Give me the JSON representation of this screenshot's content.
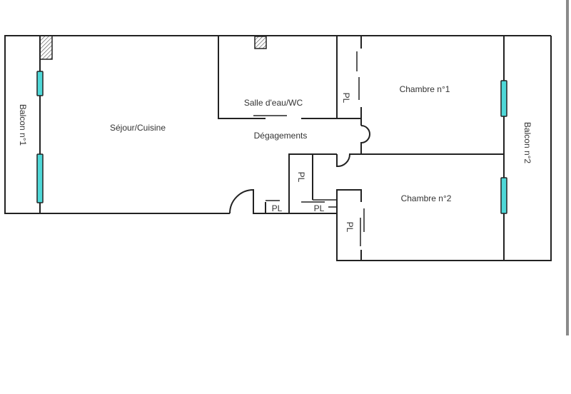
{
  "rooms": {
    "balcon1": "Balcon n°1",
    "sejour": "Séjour/Cuisine",
    "salle_eau": "Salle d'eau/WC",
    "degagements": "Dégagements",
    "chambre1": "Chambre n°1",
    "chambre2": "Chambre n°2",
    "balcon2": "Balcon n°2"
  },
  "closet_label": "PL",
  "colors": {
    "window": "#4fd8d8",
    "wall": "#222222"
  }
}
